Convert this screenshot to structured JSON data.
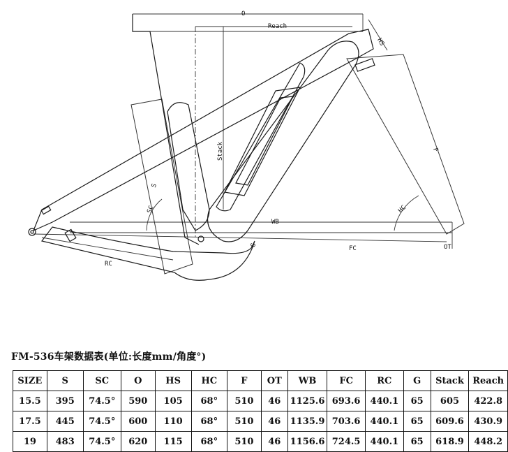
{
  "diagram": {
    "labels": {
      "o": "O",
      "reach": "Reach",
      "hs": "HS",
      "stack": "Stack",
      "s": "S",
      "sc": "SC",
      "hc": "HC",
      "f": "F",
      "wb": "WB",
      "g": "G",
      "fc": "FC",
      "rc": "RC",
      "ot": "OT"
    }
  },
  "table": {
    "title": "FM-536车架数据表(单位:长度mm/角度°)",
    "headers": [
      "SIZE",
      "S",
      "SC",
      "O",
      "HS",
      "HC",
      "F",
      "OT",
      "WB",
      "FC",
      "RC",
      "G",
      "Stack",
      "Reach"
    ],
    "rows": [
      [
        "15.5",
        "395",
        "74.5°",
        "590",
        "105",
        "68°",
        "510",
        "46",
        "1125.6",
        "693.6",
        "440.1",
        "65",
        "605",
        "422.8"
      ],
      [
        "17.5",
        "445",
        "74.5°",
        "600",
        "110",
        "68°",
        "510",
        "46",
        "1135.9",
        "703.6",
        "440.1",
        "65",
        "609.6",
        "430.9"
      ],
      [
        "19",
        "483",
        "74.5°",
        "620",
        "115",
        "68°",
        "510",
        "46",
        "1156.6",
        "724.5",
        "440.1",
        "65",
        "618.9",
        "448.2"
      ]
    ]
  }
}
